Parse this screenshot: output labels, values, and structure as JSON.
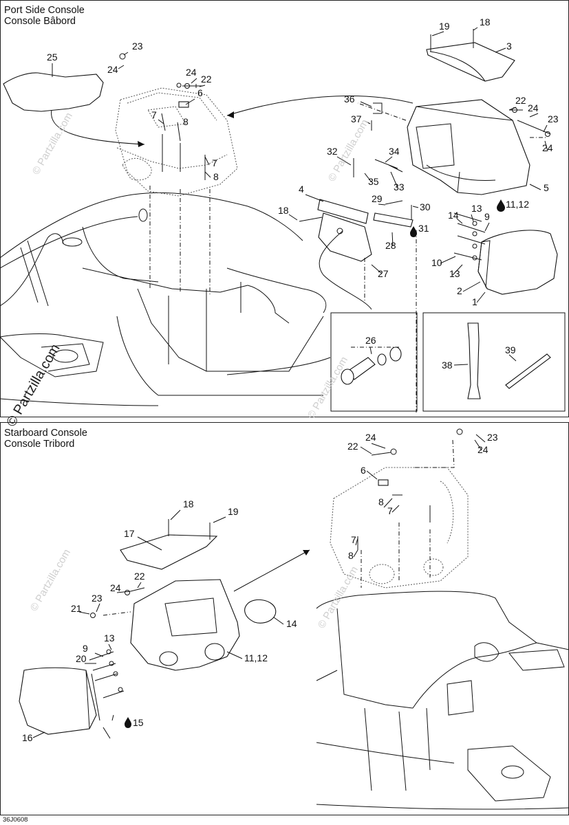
{
  "sections": [
    {
      "id": "port",
      "title_en": "Port Side Console",
      "title_fr": "Console Bâbord"
    },
    {
      "id": "starboard",
      "title_en": "Starboard Console",
      "title_fr": "Console Tribord"
    }
  ],
  "watermarks": {
    "small": "© Partzilla.com",
    "large": "© Partzilla.com"
  },
  "callouts_port": [
    {
      "label": "25"
    },
    {
      "label": "23"
    },
    {
      "label": "24"
    },
    {
      "label": "24"
    },
    {
      "label": "22"
    },
    {
      "label": "6"
    },
    {
      "label": "7"
    },
    {
      "label": "8"
    },
    {
      "label": "7"
    },
    {
      "label": "8"
    },
    {
      "label": "19"
    },
    {
      "label": "18"
    },
    {
      "label": "3"
    },
    {
      "label": "36"
    },
    {
      "label": "22"
    },
    {
      "label": "24"
    },
    {
      "label": "23"
    },
    {
      "label": "24"
    },
    {
      "label": "37"
    },
    {
      "label": "32"
    },
    {
      "label": "34"
    },
    {
      "label": "35"
    },
    {
      "label": "33"
    },
    {
      "label": "5"
    },
    {
      "label": "4"
    },
    {
      "label": "29"
    },
    {
      "label": "30"
    },
    {
      "label": "11,12"
    },
    {
      "label": "18"
    },
    {
      "label": "31"
    },
    {
      "label": "13"
    },
    {
      "label": "14"
    },
    {
      "label": "9"
    },
    {
      "label": "28"
    },
    {
      "label": "10"
    },
    {
      "label": "13"
    },
    {
      "label": "27"
    },
    {
      "label": "2"
    },
    {
      "label": "1"
    },
    {
      "label": "26"
    },
    {
      "label": "38"
    },
    {
      "label": "39"
    }
  ],
  "callouts_starboard": [
    {
      "label": "24"
    },
    {
      "label": "23"
    },
    {
      "label": "22"
    },
    {
      "label": "24"
    },
    {
      "label": "6"
    },
    {
      "label": "8"
    },
    {
      "label": "7"
    },
    {
      "label": "18"
    },
    {
      "label": "19"
    },
    {
      "label": "7"
    },
    {
      "label": "8"
    },
    {
      "label": "17"
    },
    {
      "label": "22"
    },
    {
      "label": "24"
    },
    {
      "label": "23"
    },
    {
      "label": "21"
    },
    {
      "label": "14"
    },
    {
      "label": "13"
    },
    {
      "label": "9"
    },
    {
      "label": "20"
    },
    {
      "label": "11,12"
    },
    {
      "label": "15"
    },
    {
      "label": "16"
    }
  ],
  "diagram_code": "36J0608"
}
